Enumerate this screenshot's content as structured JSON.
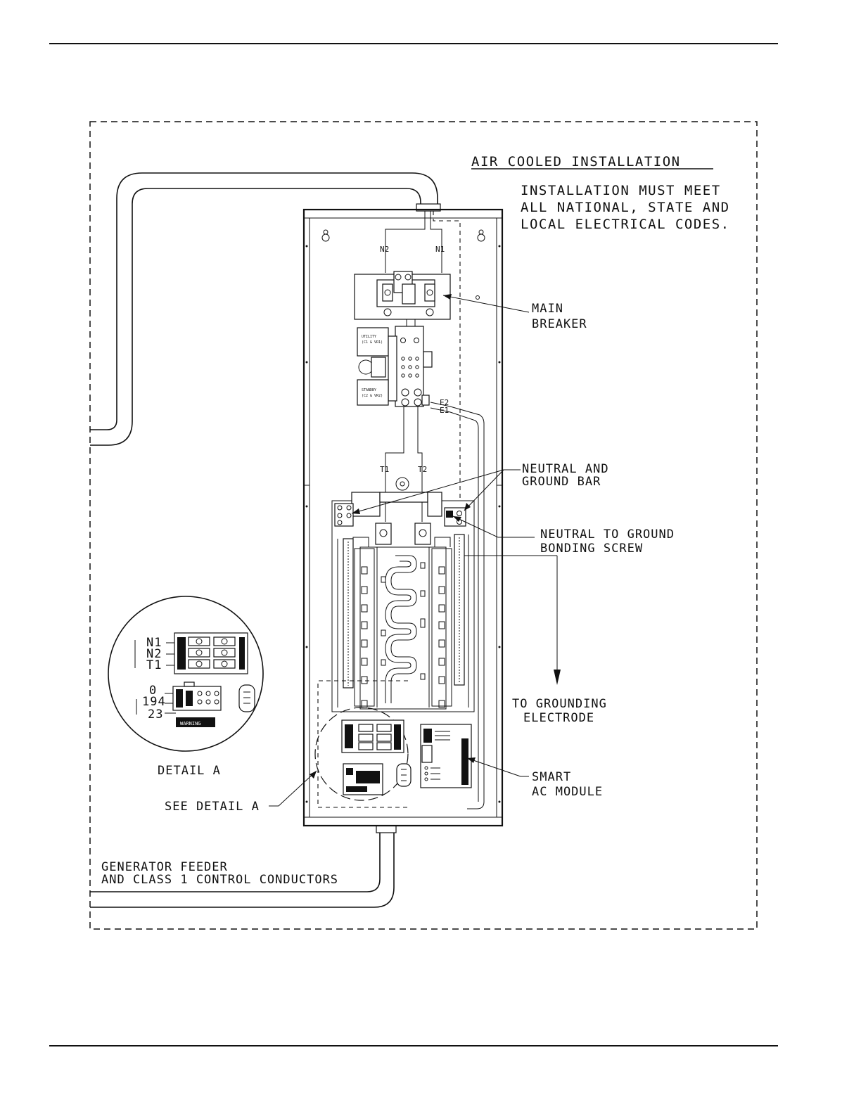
{
  "title": "AIR COOLED INSTALLATION",
  "note_lines": [
    "INSTALLATION MUST MEET",
    "ALL NATIONAL, STATE AND",
    "LOCAL ELECTRICAL CODES."
  ],
  "callouts": {
    "main_breaker": [
      "MAIN",
      "BREAKER"
    ],
    "neutral_ground_bar": [
      "NEUTRAL AND",
      "GROUND BAR"
    ],
    "bonding_screw": [
      "NEUTRAL TO GROUND",
      "BONDING SCREW"
    ],
    "grounding_electrode": [
      "TO GROUNDING",
      "ELECTRODE"
    ],
    "smart_ac_module": [
      "SMART",
      "AC MODULE"
    ],
    "see_detail": "SEE DETAIL A",
    "generator_feeder": [
      "GENERATOR FEEDER",
      "AND CLASS 1 CONTROL CONDUCTORS"
    ]
  },
  "terminals": {
    "n1": "N1",
    "n2": "N2",
    "t1": "T1",
    "t2": "T2",
    "e1": "E1",
    "e2": "E2"
  },
  "switch_labels": {
    "utility": [
      "UTILITY",
      "(C1 & VR1)"
    ],
    "standby": [
      "STANDBY",
      "(C2 & VR2)"
    ]
  },
  "detail_a": {
    "title": "DETAIL A",
    "labels": [
      "N1",
      "N2",
      "T1",
      "0",
      "194",
      "23"
    ],
    "warning": "WARNING"
  }
}
